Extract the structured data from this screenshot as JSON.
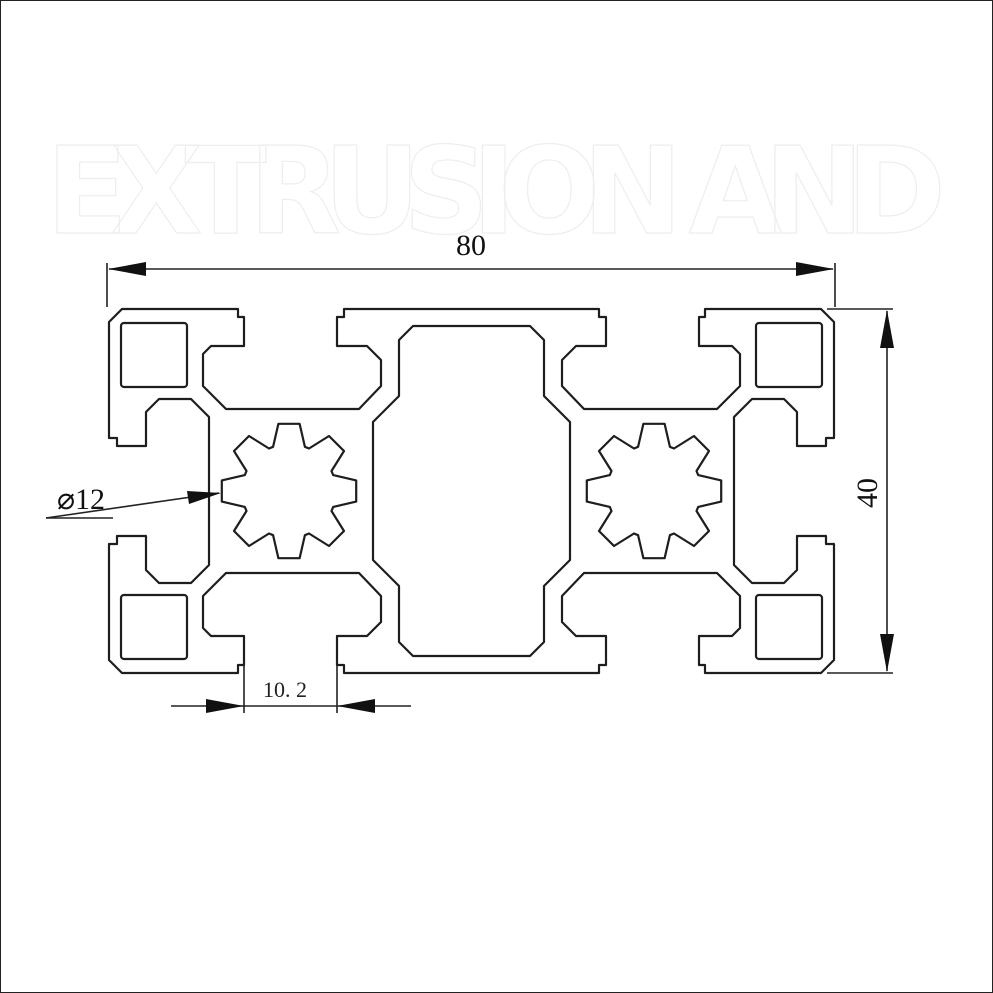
{
  "watermark": {
    "text": "EXTRUSION AND"
  },
  "drawing": {
    "title": "40x80 aluminum extrusion profile cross-section",
    "dimensions": {
      "width": "80",
      "height": "40",
      "bore_diameter": "⌀12",
      "slot_opening": "10. 2"
    }
  }
}
